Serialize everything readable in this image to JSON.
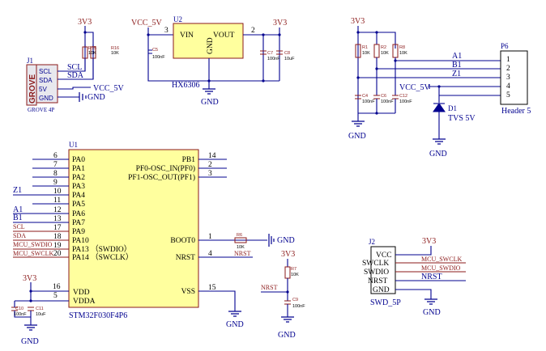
{
  "supply": {
    "v3": "3V3",
    "vcc": "VCC_5V",
    "gnd": "GND"
  },
  "j1": {
    "ref": "J1",
    "label": "GROVE 4P",
    "logo": "GROVE",
    "pins": [
      "SCL",
      "SDA",
      "5V",
      "GND"
    ],
    "nets": [
      "SCL",
      "SDA"
    ]
  },
  "r15": {
    "ref": "R15",
    "val": "10K"
  },
  "r16": {
    "ref": "R16",
    "val": "10K"
  },
  "u2": {
    "ref": "U2",
    "part": "HX6306",
    "vin": "VIN",
    "vout": "VOUT",
    "gnd": "GND",
    "pin3": "3",
    "pin2": "2"
  },
  "c5": {
    "ref": "C5",
    "val": "100nF"
  },
  "c7": {
    "ref": "C7",
    "val": "100nF"
  },
  "c8": {
    "ref": "C8",
    "val": "10uF"
  },
  "p6": {
    "ref": "P6",
    "part": "Header 5",
    "pins": [
      "1",
      "2",
      "3",
      "4",
      "5"
    ],
    "nets": [
      "A1",
      "B1",
      "Z1"
    ]
  },
  "r1": {
    "ref": "R1",
    "val": "10K"
  },
  "r2": {
    "ref": "R2",
    "val": "10K"
  },
  "r8": {
    "ref": "R8",
    "val": "10K"
  },
  "c4": {
    "ref": "C4",
    "val": "100nF"
  },
  "c6": {
    "ref": "C6",
    "val": "100nF"
  },
  "c12": {
    "ref": "C12",
    "val": "100nF"
  },
  "d1": {
    "ref": "D1",
    "val": "TVS 5V"
  },
  "u1": {
    "ref": "U1",
    "part": "STM32F030F4P6",
    "left_pins": [
      {
        "num": "6",
        "name": "PA0"
      },
      {
        "num": "7",
        "name": "PA1"
      },
      {
        "num": "8",
        "name": "PA2"
      },
      {
        "num": "9",
        "name": "PA3"
      },
      {
        "num": "10",
        "name": "PA4"
      },
      {
        "num": "11",
        "name": "PA5"
      },
      {
        "num": "12",
        "name": "PA6"
      },
      {
        "num": "13",
        "name": "PA7"
      },
      {
        "num": "17",
        "name": "PA9"
      },
      {
        "num": "18",
        "name": "PA10"
      },
      {
        "num": "19",
        "name": "PA13 （SWDIO）"
      },
      {
        "num": "20",
        "name": "PA14 （SWCLK）"
      }
    ],
    "left_nets": {
      "z1": "Z1",
      "a1": "A1",
      "b1": "B1",
      "scl": "SCL",
      "sda": "SDA",
      "swdio": "MCU_SWDIO",
      "swclk": "MCU_SWCLK"
    },
    "right_pins": [
      {
        "num": "14",
        "name": "PB1"
      },
      {
        "num": "2",
        "name": "PF0-OSC_IN(PF0)"
      },
      {
        "num": "3",
        "name": "PF1-OSC_OUT(PF1)"
      },
      {
        "num": "1",
        "name": "BOOT0"
      },
      {
        "num": "4",
        "name": "NRST"
      },
      {
        "num": "15",
        "name": "VSS"
      }
    ],
    "power_pins": [
      {
        "num": "16",
        "name": "VDD"
      },
      {
        "num": "5",
        "name": "VDDA"
      }
    ],
    "nrst_net": "NRST"
  },
  "r6": {
    "ref": "R6",
    "val": "10K"
  },
  "r7": {
    "ref": "R7",
    "val": "10K"
  },
  "c9": {
    "ref": "C9",
    "val": "100nF"
  },
  "c10": {
    "ref": "C10",
    "val": "100nF"
  },
  "c11": {
    "ref": "C11",
    "val": "10uF"
  },
  "j2": {
    "ref": "J2",
    "part": "SWD_5P",
    "pins": [
      "VCC",
      "SWCLK",
      "SWDIO",
      "NRST",
      "GND"
    ],
    "nets": [
      "MCU_SWCLK",
      "MCU_SWDIO",
      "NRST"
    ]
  }
}
